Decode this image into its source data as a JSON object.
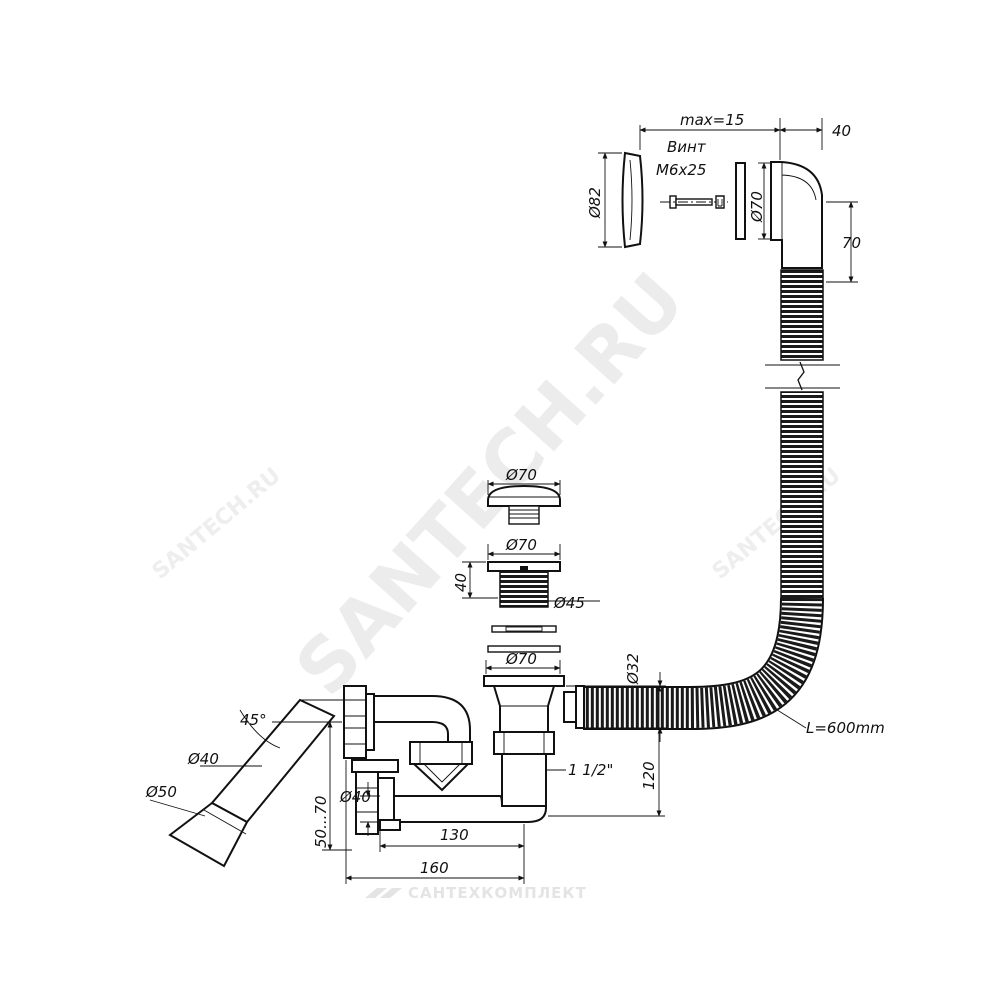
{
  "watermark": {
    "main": "SANTECH.RU",
    "left": "SANTECH.RU",
    "right": "SANTECH.RU",
    "logo": "САНТЕХКОМПЛЕКТ"
  },
  "overflow": {
    "max_label": "max=15",
    "depth_label": "40",
    "screw_label_line1": "Винт",
    "screw_label_line2": "М6х25",
    "cover_diameter": "Ø82",
    "gasket_diameter": "Ø70",
    "drop_label": "70"
  },
  "drain": {
    "cap_diameter": "Ø70",
    "flange_diameter": "Ø70",
    "body_height": "40",
    "thread_diameter": "Ø45",
    "outlet_diameter": "Ø70",
    "hose_diameter": "Ø32",
    "hose_length": "L=600mm",
    "thread_size": "1 1/2\"",
    "height": "120"
  },
  "trap": {
    "angle": "45°",
    "pipe_diameter": "Ø40",
    "outlet_diameter": "Ø50",
    "inlet_diameter": "Ø40",
    "depth_range": "50...70",
    "inner_length": "130",
    "outer_length": "160"
  }
}
